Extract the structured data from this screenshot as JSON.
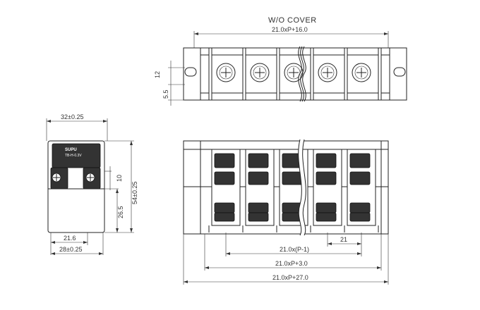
{
  "title": "W/O COVER",
  "top_view": {
    "width_dim": "21.0xP+16.0",
    "dim_12": "12",
    "dim_5_5": "5.5"
  },
  "side_view": {
    "width_top": "32±0.25",
    "width_bottom": "28±0.25",
    "width_inner": "21.6",
    "height_total": "54±0.25",
    "height_lower": "26.5",
    "height_10": "10",
    "brand": "SUPU",
    "model": "TB-H-0.3V"
  },
  "front_view": {
    "pitch": "21",
    "dim_p_minus_1": "21.0x(P-1)",
    "dim_p_plus_3": "21.0xP+3.0",
    "dim_p_plus_27": "21.0xP+27.0"
  }
}
